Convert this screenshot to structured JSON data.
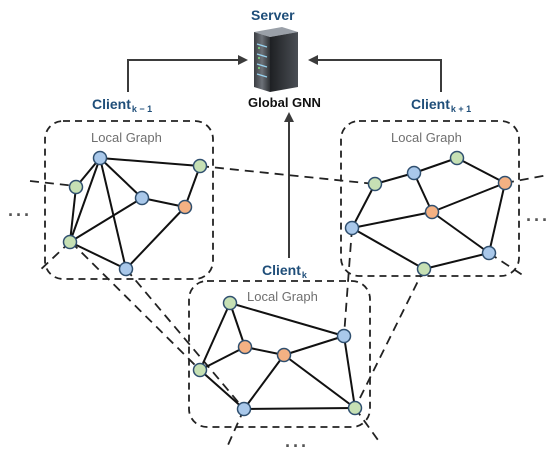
{
  "server": {
    "title": "Server",
    "label": "Global GNN",
    "icon": "server-rack-icon"
  },
  "clients": {
    "left": {
      "name": "Client",
      "subscript": "k − 1"
    },
    "middle": {
      "name": "Client",
      "subscript": "k"
    },
    "right": {
      "name": "Client",
      "subscript": "k + 1"
    }
  },
  "local_graph_label": "Local Graph",
  "ellipsis": {
    "left": "···",
    "right": "···",
    "bottom": "···"
  },
  "colors": {
    "client_text": "#1f4e79",
    "node_blue": "#a9c8ea",
    "node_green": "#c6e0b4",
    "node_orange": "#f4b183",
    "node_stroke": "#2f4f6f"
  }
}
